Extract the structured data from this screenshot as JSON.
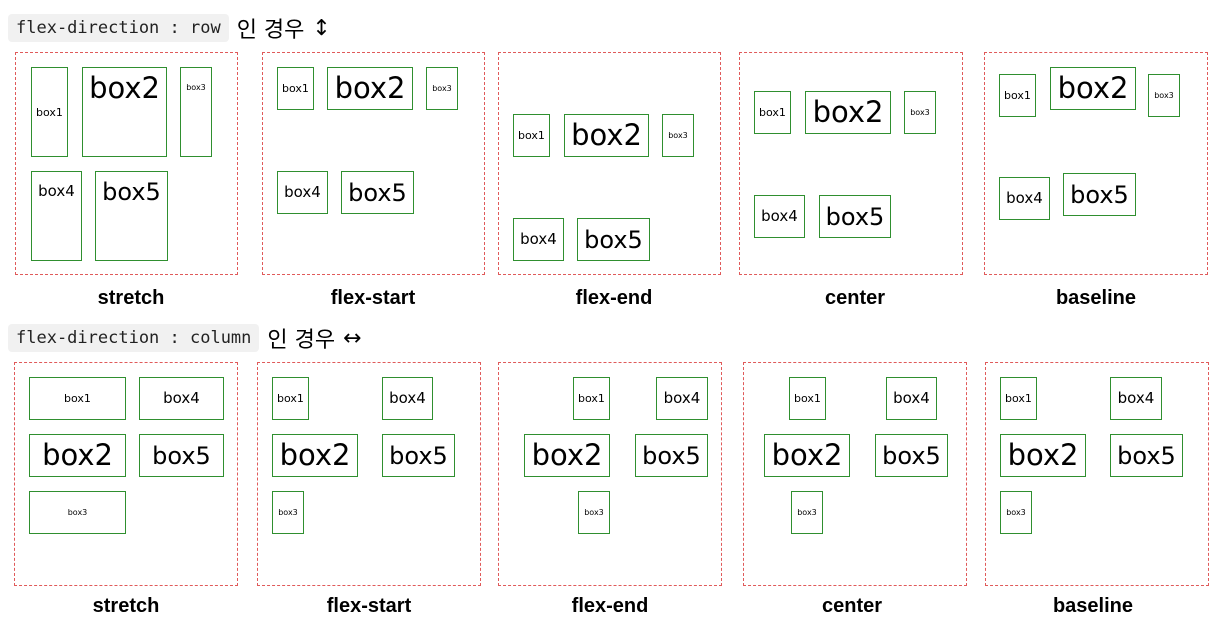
{
  "row_heading": {
    "code": "flex-direction : row",
    "text": "인 경우",
    "arrow": "↕"
  },
  "column_heading": {
    "code": "flex-direction : column",
    "text": "인 경우",
    "arrow": "↔"
  },
  "box_labels": [
    "box1",
    "box2",
    "box3",
    "box4",
    "box5"
  ],
  "row_panels": [
    {
      "caption": "stretch"
    },
    {
      "caption": "flex-start"
    },
    {
      "caption": "flex-end"
    },
    {
      "caption": "center"
    },
    {
      "caption": "baseline"
    }
  ],
  "column_panels": [
    {
      "caption": "stretch"
    },
    {
      "caption": "flex-start"
    },
    {
      "caption": "flex-end"
    },
    {
      "caption": "center"
    },
    {
      "caption": "baseline"
    }
  ],
  "colors": {
    "frame_border": "#e05a5a",
    "box_border": "#2f8f2f"
  }
}
